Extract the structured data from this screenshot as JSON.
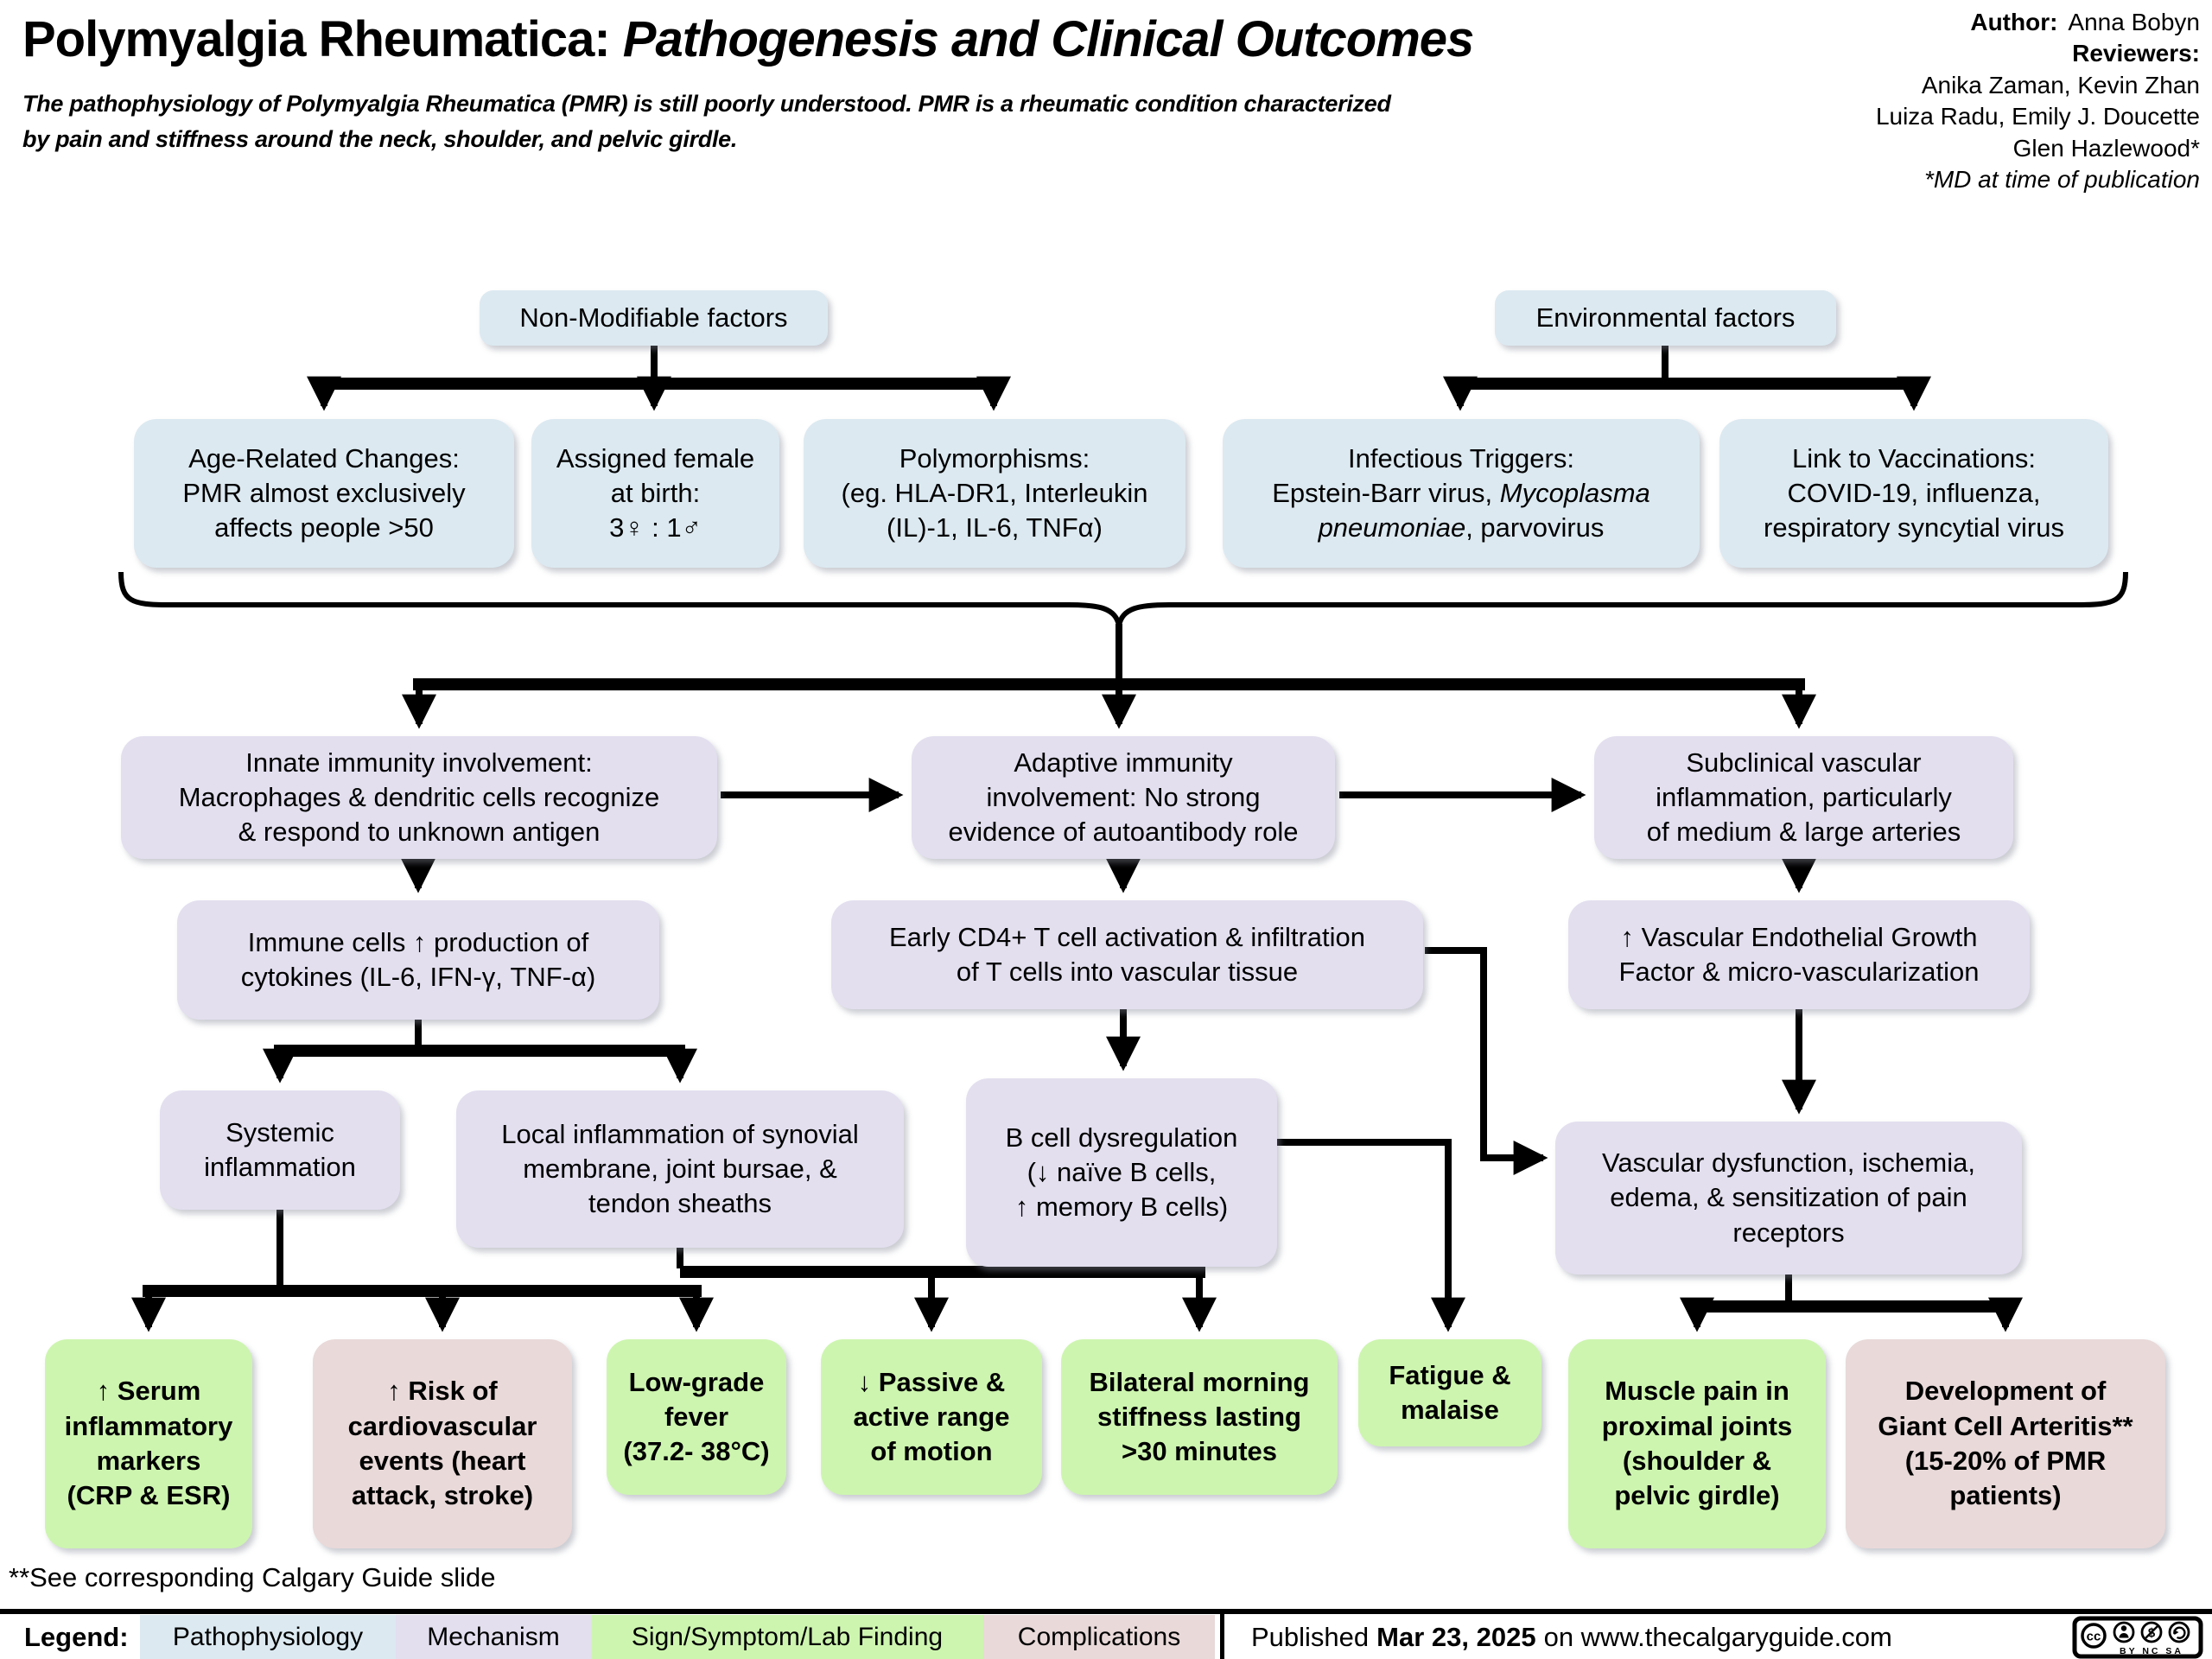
{
  "header": {
    "title_main": "Polymyalgia Rheumatica:",
    "title_italic": " Pathogenesis and Clinical Outcomes",
    "subtitle_line1": "The pathophysiology of Polymyalgia Rheumatica (PMR) is still poorly understood. PMR is a rheumatic condition characterized",
    "subtitle_line2": "by pain and stiffness around the neck, shoulder, and pelvic girdle.",
    "author_label": "Author:",
    "author_name": "Anna Bobyn",
    "reviewers_label": "Reviewers:",
    "reviewers": [
      "Anika Zaman, Kevin Zhan",
      "Luiza Radu, Emily J. Doucette",
      "Glen Hazlewood*"
    ],
    "md_note": "*MD at time of publication"
  },
  "categories": {
    "left": "Non-Modifiable factors",
    "right": "Environmental factors"
  },
  "row1": [
    {
      "lines": [
        "Age-Related Changes:",
        "PMR almost exclusively",
        "affects people >50"
      ]
    },
    {
      "lines": [
        "Assigned female",
        "at birth:",
        "3♀ : 1♂"
      ]
    },
    {
      "lines": [
        "Polymorphisms:",
        "(eg. HLA-DR1, Interleukin",
        "(IL)-1, IL-6, TNFα)"
      ]
    },
    {
      "l1": "Infectious Triggers:",
      "l2a": "Epstein-Barr virus, ",
      "l2b": "Mycoplasma",
      "l3a": "pneumoniae",
      "l3b": ", parvovirus"
    },
    {
      "lines": [
        "Link to Vaccinations:",
        "COVID-19, influenza,",
        "respiratory syncytial virus"
      ]
    }
  ],
  "row2": [
    {
      "lines": [
        "Innate immunity involvement:",
        "Macrophages & dendritic cells recognize",
        "& respond to unknown antigen"
      ]
    },
    {
      "lines": [
        "Adaptive immunity",
        "involvement: No strong",
        "evidence of autoantibody role"
      ]
    },
    {
      "lines": [
        "Subclinical vascular",
        "inflammation, particularly",
        "of medium & large arteries"
      ]
    }
  ],
  "row3": [
    {
      "lines": [
        "Immune cells ↑ production of",
        "cytokines (IL-6, IFN-γ, TNF-α)"
      ]
    },
    {
      "lines": [
        "Early CD4+ T cell activation & infiltration",
        "of T cells into vascular tissue"
      ]
    },
    {
      "lines": [
        "↑ Vascular Endothelial Growth",
        "Factor & micro-vascularization"
      ]
    }
  ],
  "row4": [
    {
      "lines": [
        "Systemic",
        "inflammation"
      ]
    },
    {
      "lines": [
        "Local inflammation of synovial",
        "membrane, joint bursae, &",
        "tendon sheaths"
      ]
    },
    {
      "lines": [
        "B cell dysregulation",
        "(↓ naïve B cells,",
        "↑ memory B cells)"
      ]
    },
    {
      "lines": [
        "Vascular dysfunction, ischemia,",
        "edema, & sensitization of pain",
        "receptors"
      ]
    }
  ],
  "outcomes": [
    {
      "lines": [
        "↑ Serum",
        "inflammatory",
        "markers",
        "(CRP & ESR)"
      ],
      "type": "sign"
    },
    {
      "lines": [
        "↑ Risk of",
        "cardiovascular",
        "events (heart",
        "attack, stroke)"
      ],
      "type": "complication"
    },
    {
      "lines": [
        "Low-grade",
        "fever",
        "(37.2- 38°C)"
      ],
      "type": "sign"
    },
    {
      "lines": [
        "↓ Passive &",
        "active range",
        "of motion"
      ],
      "type": "sign"
    },
    {
      "lines": [
        "Bilateral morning",
        "stiffness lasting",
        ">30 minutes"
      ],
      "type": "sign"
    },
    {
      "lines": [
        "Fatigue &",
        "malaise"
      ],
      "type": "sign"
    },
    {
      "lines": [
        "Muscle pain in",
        "proximal joints",
        "(shoulder &",
        "pelvic girdle)"
      ],
      "type": "sign"
    },
    {
      "lines": [
        "Development of",
        "Giant Cell Arteritis**",
        "(15-20% of PMR",
        "patients)"
      ],
      "type": "complication"
    }
  ],
  "footnote": "**See corresponding Calgary Guide slide",
  "legend": {
    "label": "Legend:",
    "items": [
      {
        "label": "Pathophysiology",
        "color": "#dce9f1"
      },
      {
        "label": "Mechanism",
        "color": "#e3dfef"
      },
      {
        "label": "Sign/Symptom/Lab Finding",
        "color": "#cdf5af"
      },
      {
        "label": "Complications",
        "color": "#e9d9d9"
      }
    ]
  },
  "footer": {
    "published_prefix": "Published",
    "published_date": "Mar 23, 2025",
    "published_suffix": "on www.thecalgaryguide.com",
    "cc_glyph": "cc",
    "nc_glyph": "$",
    "license_text": "BY NC SA"
  }
}
